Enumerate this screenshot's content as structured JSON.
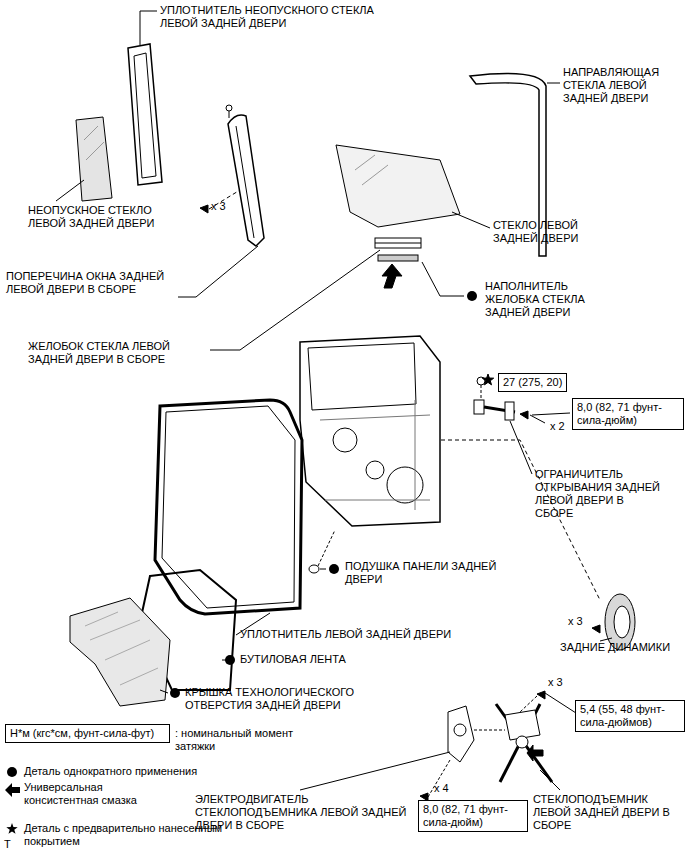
{
  "diagram": {
    "nodes": [
      {
        "text": [
          "27 (275, 20)"
        ]
      },
      {
        "text": [
          "8,0 (82, 71 фунт-сила-дюйм)"
        ]
      },
      {
        "text": [
          "5,4 (55, 48 фунт-сила-дюймов)"
        ]
      },
      {
        "text": [
          "Н*м (кгс*см, фунт-сила-фут)"
        ]
      },
      {
        "text": [
          "8,0 (82, 71 фунт-сила-дюйм)"
        ]
      }
    ],
    "labels": [
      "УПЛОТНИТЕЛЬ НЕОПУСКНОГО СТЕКЛА ЛЕВОЙ ЗАДНЕЙ ДВЕРИ",
      "НАПРАВЛЯЮЩАЯ СТЕКЛА ЛЕВОЙ ЗАДНЕЙ ДВЕРИ",
      "x 3",
      "НЕОПУСКНОЕ СТЕКЛО ЛЕВОЙ ЗАДНЕЙ ДВЕРИ",
      "СТЕКЛО ЛЕВОЙ ЗАДНЕЙ ДВЕРИ",
      "ПОПЕРЕЧИНА ОКНА ЗАДНЕЙ ЛЕВОЙ ДВЕРИ В СБОРЕ",
      "НАПОЛНИТЕЛЬ ЖЕЛОБКА СТЕКЛА ЗАДНЕЙ ДВЕРИ",
      "ЖЕЛОБОК СТЕКЛА ЛЕВОЙ ЗАДНЕЙ ДВЕРИ В СБОРЕ",
      "x 2",
      "ОГРАНИЧИТЕЛЬ ОТКРЫВАНИЯ ЗАДНЕЙ ЛЕВОЙ ДВЕРИ В СБОРЕ",
      "ПОДУШКА ПАНЕЛИ ЗАДНЕЙ ДВЕРИ",
      "x 3",
      "ЗАДНИЕ ДИНАМИКИ",
      "УПЛОТНИТЕЛЬ ЛЕВОЙ ЗАДНЕЙ ДВЕРИ",
      "БУТИЛОВАЯ ЛЕНТА",
      "x 3",
      "КРЫШКА ТЕХНОЛОГИЧЕСКОГО ОТВЕРСТИЯ ЗАДНЕЙ ДВЕРИ",
      "x 4",
      "ЭЛЕКТРОДВИГАТЕЛЬ СТЕКЛОПОДЪЕМНИКА ЛЕВОЙ ЗАДНЕЙ ДВЕРИ В СБОРЕ",
      "СТЕКЛОПОДЪЕМНИК ЛЕВОЙ ЗАДНЕЙ ДВЕРИ В СБОРЕ",
      "T"
    ],
    "legend": [
      {
        "text": ": номинальный момент затяжки"
      },
      {
        "text": "Деталь однократного применения"
      },
      {
        "text": "Универсальная консистентная смазка"
      },
      {
        "text": "Деталь с предварительно нанесенным покрытием"
      }
    ]
  }
}
